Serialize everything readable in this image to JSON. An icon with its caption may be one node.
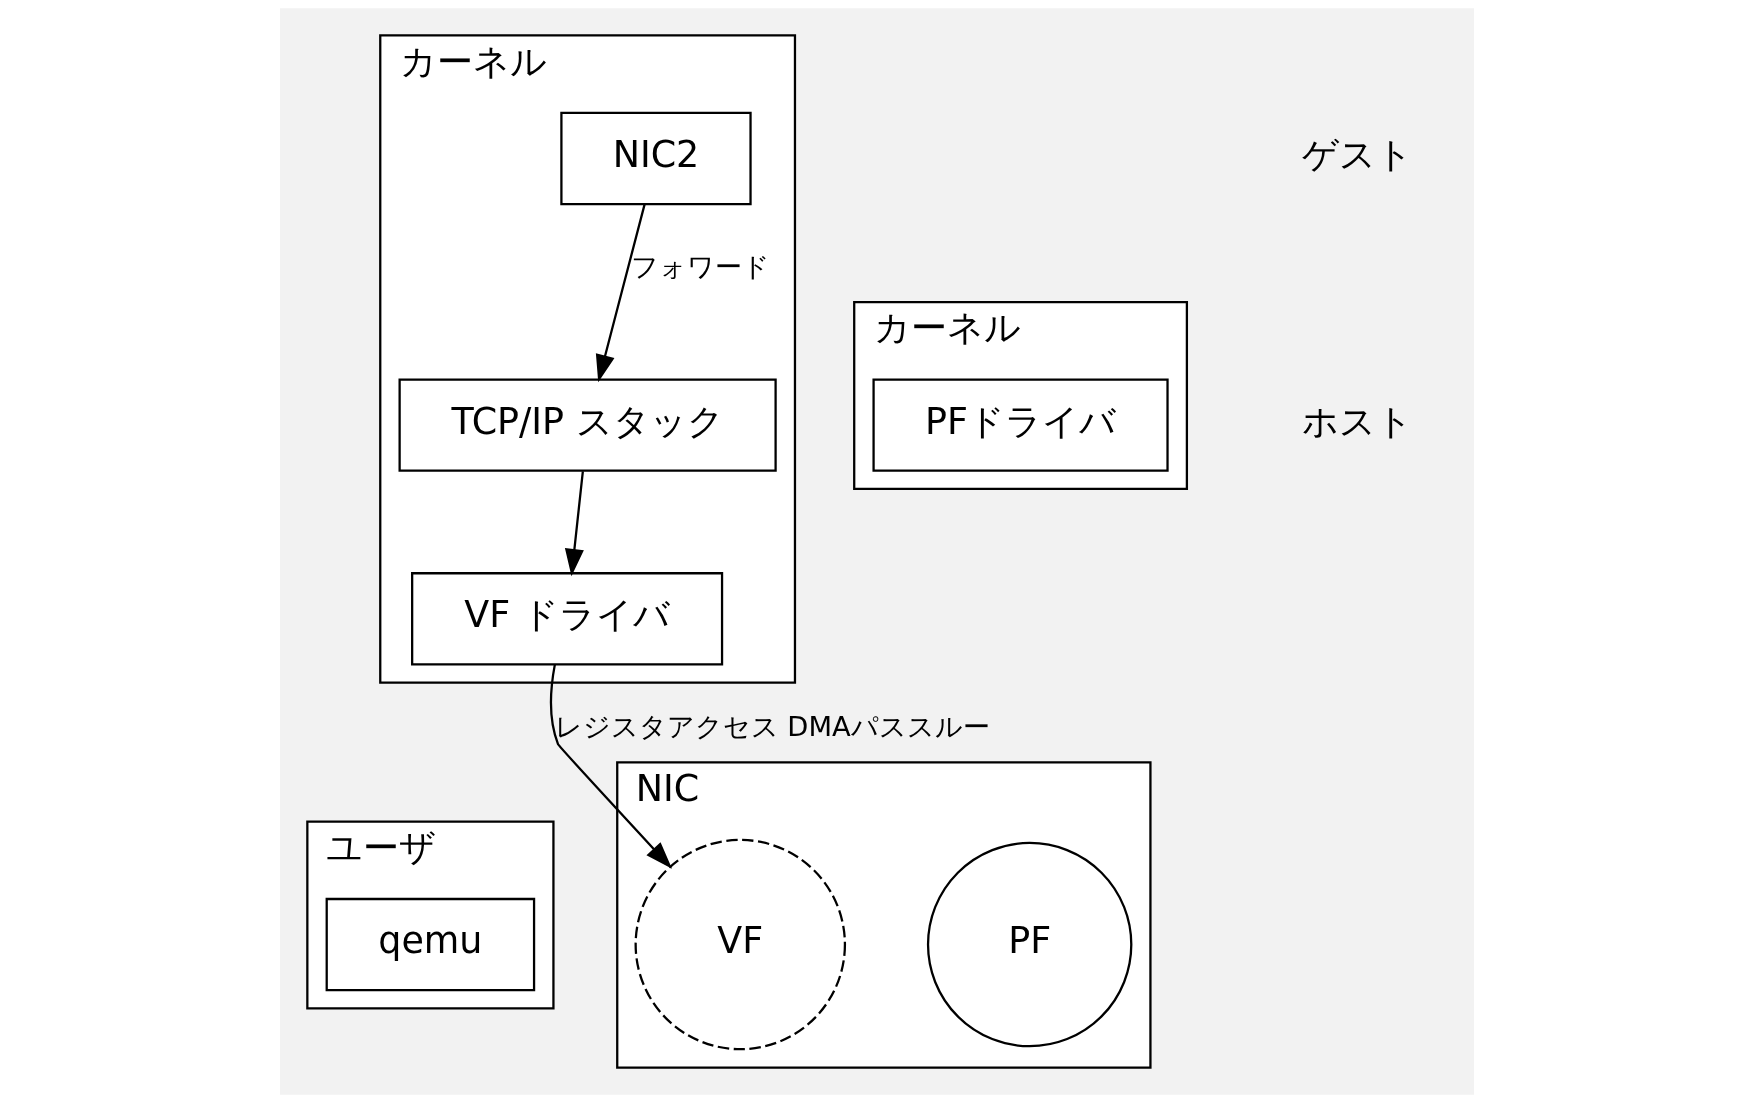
{
  "diagram": {
    "nodes": [
      {
        "text": [
          "カーネル"
        ]
      },
      {
        "text": [
          "TCP/IP スタック"
        ],
        "in": 0
      },
      {
        "text": [
          "NIC2"
        ],
        "in": 0
      },
      {
        "text": [
          "VF ドライバ"
        ],
        "in": 0
      },
      {
        "text": [
          "カーネル"
        ]
      },
      {
        "text": [
          "PFドライバ"
        ],
        "in": 4
      },
      {
        "text": [
          "ユーザ"
        ]
      },
      {
        "text": [
          "qemu"
        ],
        "in": 6
      },
      {
        "text": [
          "NIC"
        ]
      },
      {
        "text": [
          "PF"
        ],
        "in": 8
      },
      {
        "text": [
          "VF"
        ],
        "in": 8
      }
    ],
    "edges": [
      {
        "from": 2,
        "to": 1,
        "arrow": "to",
        "label": "フォワード"
      },
      {
        "from": 1,
        "to": 3,
        "arrow": "to"
      },
      {
        "from": 3,
        "to": 10,
        "arrow": "to",
        "label": "レジスタアクセス DMAパススルー"
      }
    ],
    "labels": [
      "ゲスト",
      "ホスト"
    ]
  }
}
